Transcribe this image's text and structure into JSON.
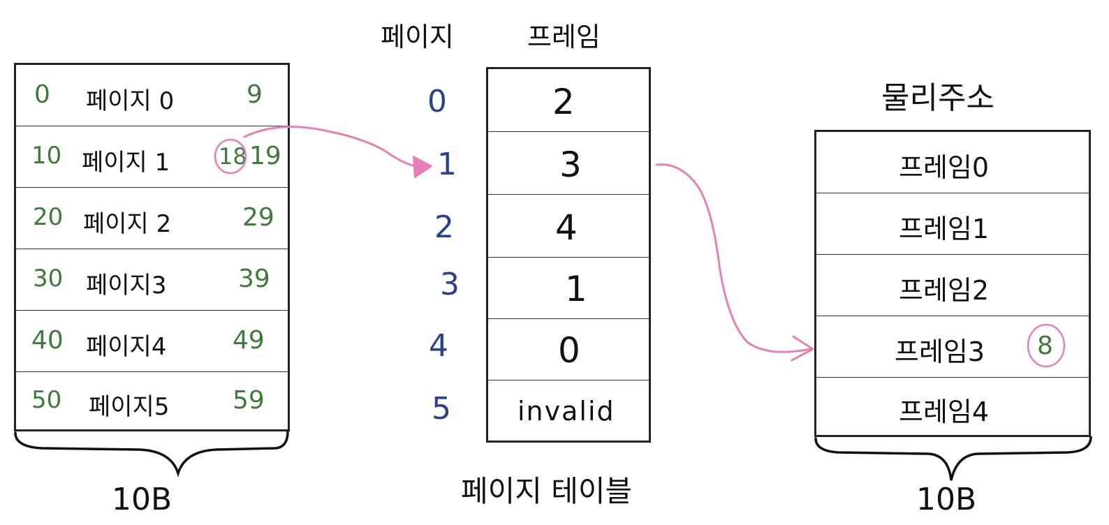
{
  "left_box": {
    "rows": [
      {
        "start": "0",
        "label": "페이지 0",
        "end": "9"
      },
      {
        "start": "10",
        "label": "페이지 1",
        "mark": "18",
        "end": "19"
      },
      {
        "start": "20",
        "label": "페이지 2",
        "end": "29"
      },
      {
        "start": "30",
        "label": "페이지3",
        "end": "39"
      },
      {
        "start": "40",
        "label": "페이지4",
        "end": "49"
      },
      {
        "start": "50",
        "label": "페이지5",
        "end": "59"
      }
    ],
    "size_label": "10B"
  },
  "page_table": {
    "header_page": "페이지",
    "header_frame": "프레임",
    "indices": [
      "0",
      "1",
      "2",
      "3",
      "4",
      "5"
    ],
    "frames": [
      "2",
      "3",
      "4",
      "1",
      "0",
      "invalid"
    ],
    "caption": "페이지 테이블"
  },
  "physical": {
    "title": "물리주소",
    "frames": [
      "프레임0",
      "프레임1",
      "프레임2",
      "프레임3",
      "프레임4"
    ],
    "mark": "8",
    "size_label": "10B"
  },
  "colors": {
    "pink": "#e87fb4",
    "green": "#3f7a3a",
    "blue": "#2b3f8f"
  }
}
